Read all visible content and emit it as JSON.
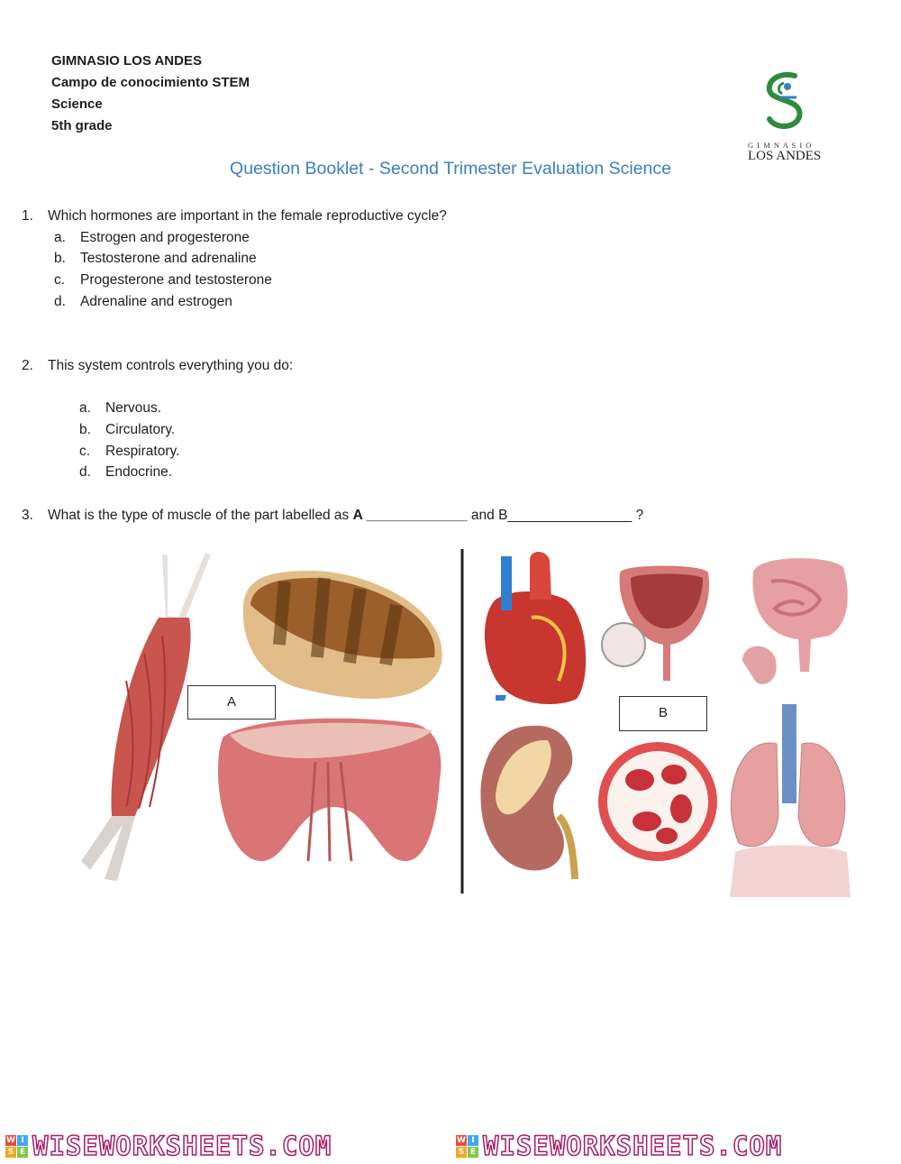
{
  "header": {
    "school": "GIMNASIO LOS ANDES",
    "field": "Campo de conocimiento STEM",
    "subject": "Science",
    "grade": "5th grade"
  },
  "logo": {
    "top_text": "G I M N A S I O",
    "bottom_text": "LOS ANDES",
    "color": "#2f8a3e",
    "icon": "school-emblem-icon"
  },
  "title": "Question Booklet - Second Trimester Evaluation Science",
  "questions": [
    {
      "number": "1.",
      "text": "Which hormones are important in the female reproductive cycle?",
      "options": [
        {
          "letter": "a.",
          "text": "Estrogen and progesterone"
        },
        {
          "letter": "b.",
          "text": "Testosterone and adrenaline"
        },
        {
          "letter": "c.",
          "text": "Progesterone and testosterone"
        },
        {
          "letter": "d.",
          "text": "Adrenaline and estrogen"
        }
      ]
    },
    {
      "number": "2.",
      "text": "This system controls everything you do:",
      "options": [
        {
          "letter": "a.",
          "text": "Nervous."
        },
        {
          "letter": "b.",
          "text": "Circulatory."
        },
        {
          "letter": "c.",
          "text": "Respiratory."
        },
        {
          "letter": "d.",
          "text": "Endocrine."
        }
      ]
    },
    {
      "number": "3.",
      "text_before": "What is the type of muscle of the part labelled as ",
      "label_a": "A",
      "blank_a": " _____________",
      "text_middle": " and B",
      "blank_b": "________________",
      "text_end": " ?"
    }
  ],
  "figure": {
    "box_a": "A",
    "box_b": "B",
    "left_images": [
      "skeletal-muscle-icon",
      "muscle-cross-section-icon",
      "diaphragm-icon"
    ],
    "right_images": [
      "heart-icon",
      "bladder-icon",
      "intestine-icon",
      "kidney-icon",
      "blood-vessel-icon",
      "lungs-icon"
    ]
  },
  "footer": {
    "brand": "WISEWORKSHEETS.COM",
    "colors": {
      "outline": "#a71d6a",
      "tile1": "#e84c3d",
      "tile2": "#3fa9f5",
      "tile3": "#f5a623",
      "tile4": "#7ac943"
    }
  }
}
